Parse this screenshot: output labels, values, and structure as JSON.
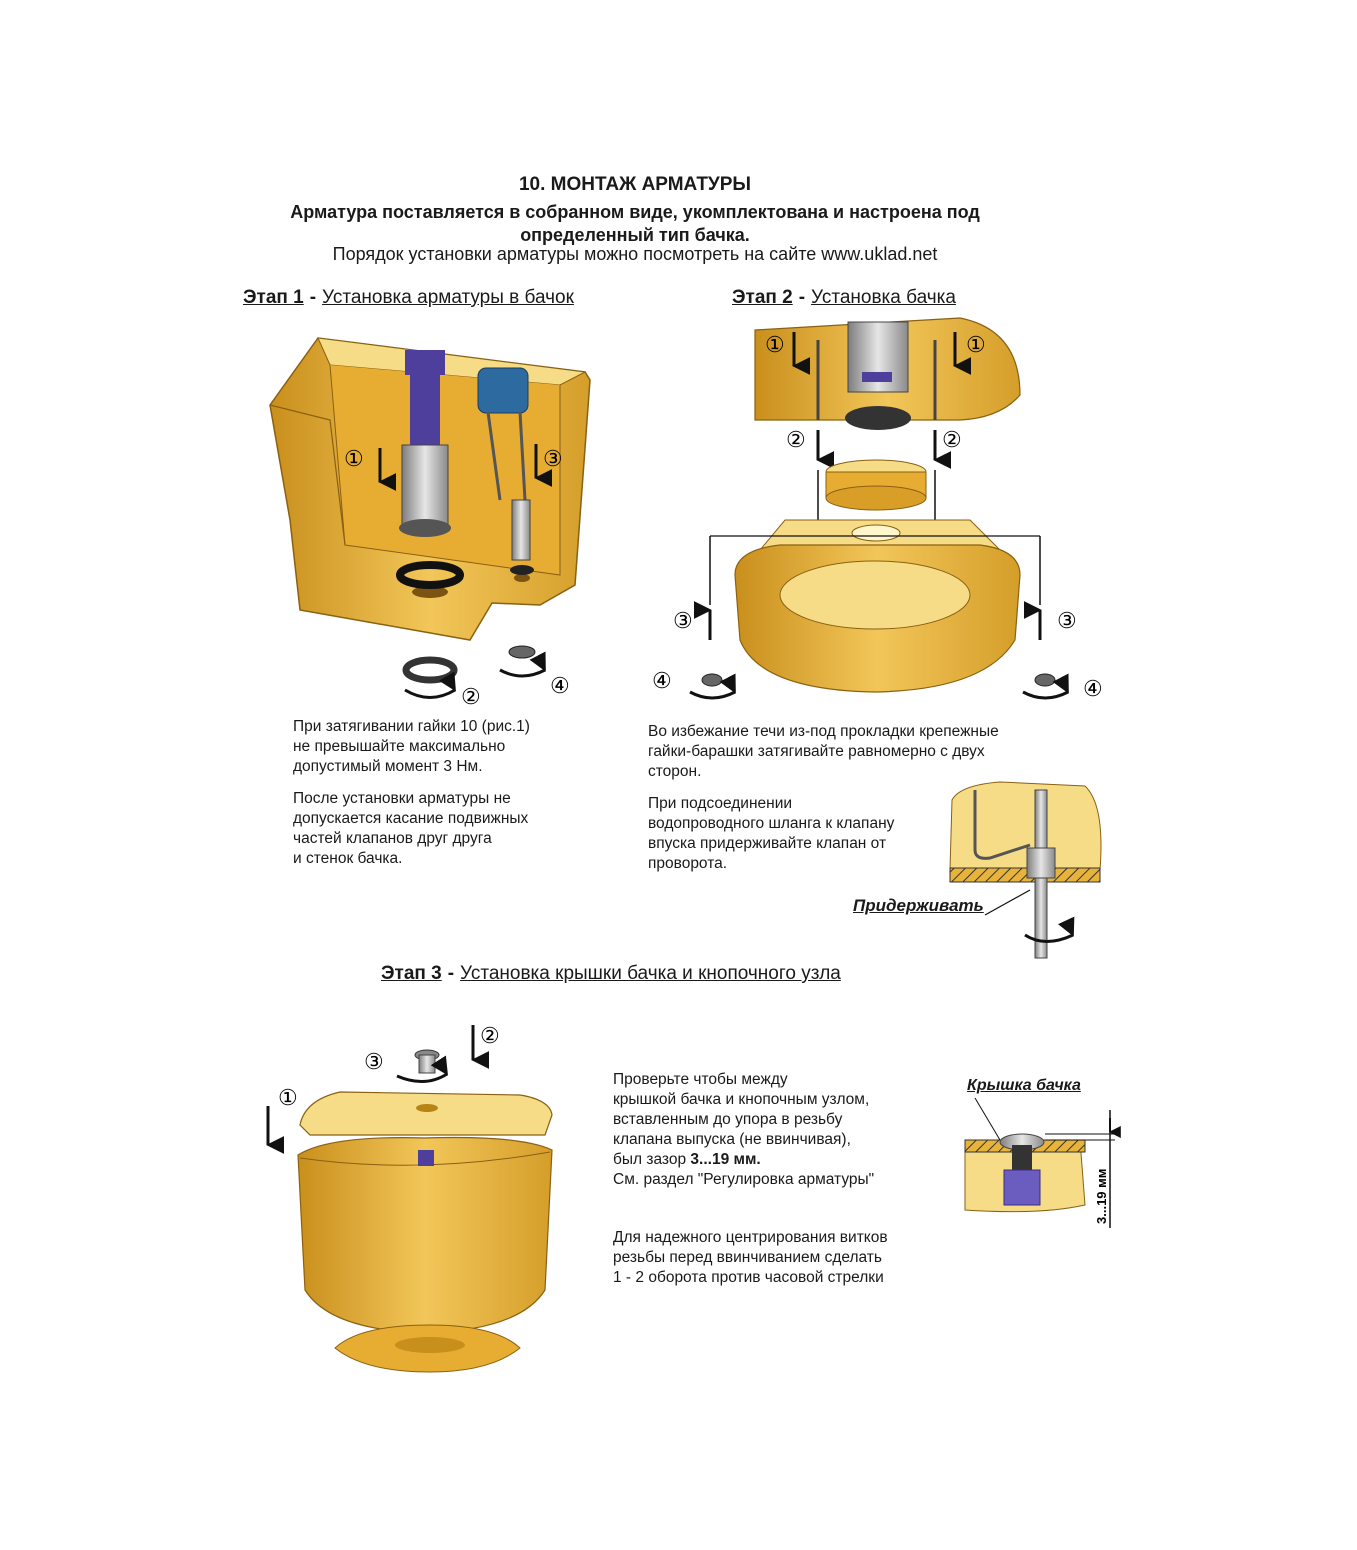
{
  "header": {
    "title": "10. МОНТАЖ АРМАТУРЫ",
    "subtitle_line1": "Арматура поставляется в собранном виде, укомплектована и настроена под",
    "subtitle_line2": "определенный тип бачка.",
    "site_line": "Порядок установки арматуры можно посмотреть на сайте www.uklad.net"
  },
  "stage1": {
    "num": "Этап 1",
    "dash": "-",
    "title": "Установка арматуры в бачок",
    "markers": [
      "①",
      "②",
      "③",
      "④"
    ],
    "note1": [
      "При затягивании гайки 10 (рис.1)",
      "не превышайте максимально",
      "допустимый момент 3 Нм."
    ],
    "note2": [
      "После установки арматуры не",
      "допускается касание подвижных",
      "частей клапанов друг друга",
      "и стенок бачка."
    ]
  },
  "stage2": {
    "num": "Этап 2",
    "dash": "-",
    "title": "Установка бачка",
    "markers": [
      "①",
      "②",
      "③",
      "④"
    ],
    "note1": [
      "Во избежание течи из-под прокладки крепежные",
      "гайки-барашки затягивайте равномерно с двух",
      "сторон."
    ],
    "note2": [
      "При подсоединении",
      "водопроводного шланга к клапану",
      "впуска придерживайте клапан от",
      "проворота."
    ],
    "hold_label": "Придерживать"
  },
  "stage3": {
    "num": "Этап 3",
    "dash": "-",
    "title": "Установка крышки бачка и кнопочного узла",
    "markers": [
      "①",
      "②",
      "③"
    ],
    "note1": [
      "Проверьте чтобы между",
      "крышкой бачка и кнопочным узлом,",
      "вставленным до упора в резьбу",
      "клапана выпуска (не ввинчивая),"
    ],
    "note1_gap_prefix": "был зазор ",
    "note1_gap_value": "3...19 мм.",
    "note1_last": "См. раздел \"Регулировка арматуры\"",
    "note2": [
      "Для надежного центрирования витков",
      "резьбы перед ввинчиванием сделать",
      "1 - 2 оборота против часовой стрелки"
    ],
    "lid_label": "Крышка бачка",
    "gap_dim": "3...19 мм"
  },
  "colors": {
    "ceramic": "#e8b33a",
    "ceramic_light": "#f6dc86",
    "ceramic_dark": "#b98417",
    "blue": "#2c6aa0",
    "purple": "#4e3f9c",
    "metal": "#a8a8a8"
  }
}
